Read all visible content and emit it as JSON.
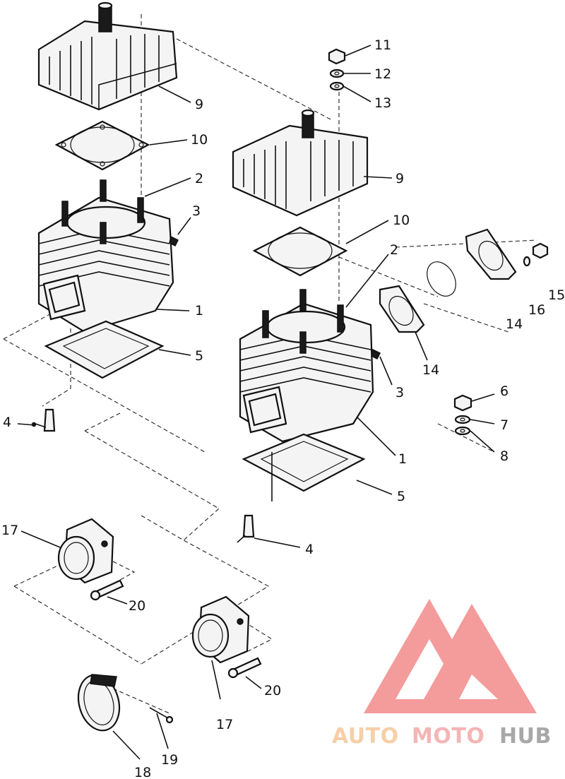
{
  "callouts": [
    {
      "id": "c9a",
      "text": "9"
    },
    {
      "id": "c10a",
      "text": "10"
    },
    {
      "id": "c2a",
      "text": "2"
    },
    {
      "id": "c3a",
      "text": "3"
    },
    {
      "id": "c1a",
      "text": "1"
    },
    {
      "id": "c5a",
      "text": "5"
    },
    {
      "id": "c4a",
      "text": "4"
    },
    {
      "id": "c11",
      "text": "11"
    },
    {
      "id": "c12",
      "text": "12"
    },
    {
      "id": "c13",
      "text": "13"
    },
    {
      "id": "c9b",
      "text": "9"
    },
    {
      "id": "c10b",
      "text": "10"
    },
    {
      "id": "c2b",
      "text": "2"
    },
    {
      "id": "c15",
      "text": "15"
    },
    {
      "id": "c16",
      "text": "16"
    },
    {
      "id": "c14a",
      "text": "14"
    },
    {
      "id": "c14b",
      "text": "14"
    },
    {
      "id": "c3b",
      "text": "3"
    },
    {
      "id": "c6",
      "text": "6"
    },
    {
      "id": "c7",
      "text": "7"
    },
    {
      "id": "c8",
      "text": "8"
    },
    {
      "id": "c1b",
      "text": "1"
    },
    {
      "id": "c5b",
      "text": "5"
    },
    {
      "id": "c4b",
      "text": "4"
    },
    {
      "id": "c17a",
      "text": "17"
    },
    {
      "id": "c20a",
      "text": "20"
    },
    {
      "id": "c17b",
      "text": "17"
    },
    {
      "id": "c20b",
      "text": "20"
    },
    {
      "id": "c18",
      "text": "18"
    },
    {
      "id": "c19",
      "text": "19"
    }
  ],
  "watermark": {
    "part1": "AUTO",
    "part2": "MOTO",
    "part3": "HUB",
    "colors": {
      "auto": "#f5c79a",
      "moto": "#f3a9a9",
      "hub": "#9a9a9a",
      "logo": "#f28a8a"
    }
  }
}
